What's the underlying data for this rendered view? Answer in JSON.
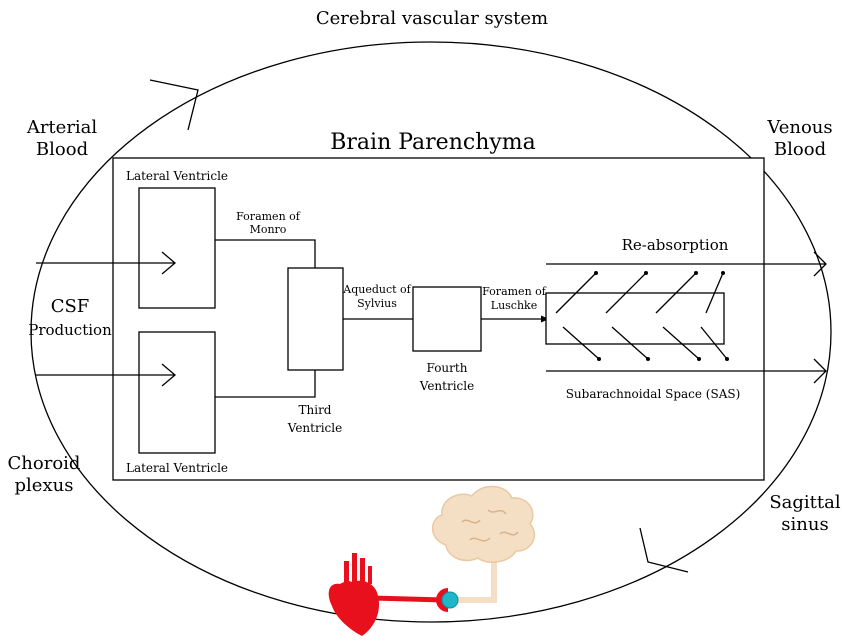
{
  "labels": {
    "top": "Cerebral vascular system",
    "arterial_1": "Arterial",
    "arterial_2": "Blood",
    "venous_1": "Venous",
    "venous_2": "Blood",
    "csf_1": "CSF",
    "csf_2": "Production",
    "choroid_1": "Choroid",
    "choroid_2": "plexus",
    "sagittal_1": "Sagittal",
    "sagittal_2": "sinus",
    "parenchyma": "Brain Parenchyma",
    "lateral_top": "Lateral Ventricle",
    "lateral_bottom": "Lateral Ventricle",
    "monro_1": "Foramen of",
    "monro_2": "Monro",
    "third_1": "Third",
    "third_2": "Ventricle",
    "aqueduct_1": "Aqueduct of",
    "aqueduct_2": "Sylvius",
    "fourth_1": "Fourth",
    "fourth_2": "Ventricle",
    "luschke_1": "Foramen of",
    "luschke_2": "Luschke",
    "reabsorption": "Re-absorption",
    "sas": "Subarachnoidal Space (SAS)"
  },
  "colors": {
    "heart": "#e8101c",
    "pump": "#1fb6c9",
    "brain": "#f5dfc4",
    "brain_outline": "#e8c9a4"
  },
  "icons": [
    "heart-icon",
    "pump-icon",
    "brain-icon"
  ]
}
